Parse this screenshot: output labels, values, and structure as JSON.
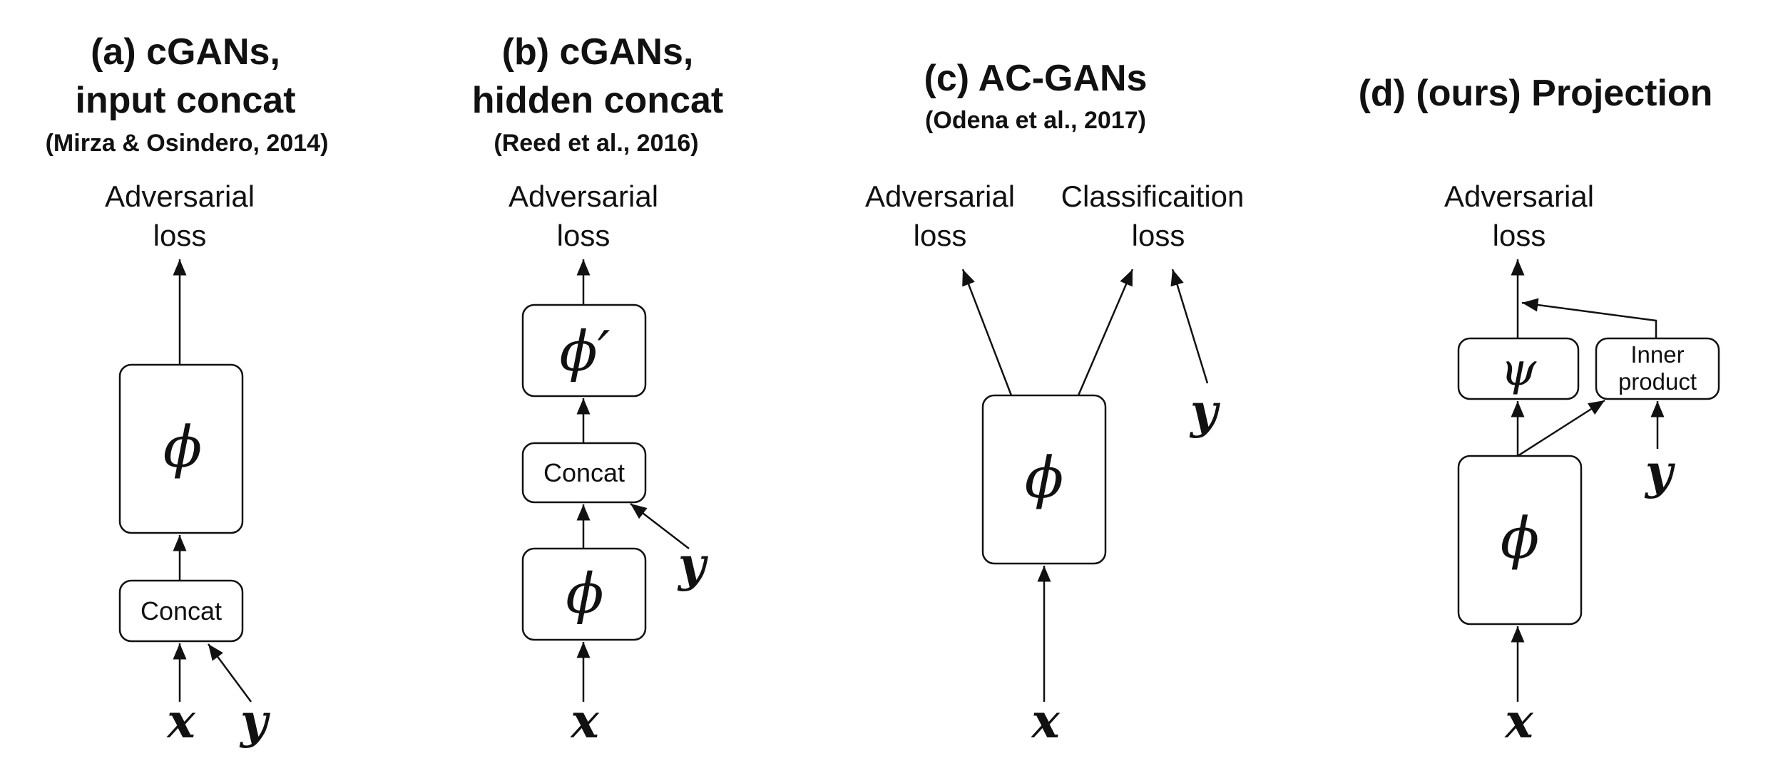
{
  "panels": {
    "a": {
      "title_line1": "(a) cGANs,",
      "title_line2": "input concat",
      "citation": "(Mirza & Osindero, 2014)",
      "loss_line1": "Adversarial",
      "loss_line2": "loss",
      "phi": "ϕ",
      "concat": "Concat",
      "x": "x",
      "y": "y"
    },
    "b": {
      "title_line1": "(b) cGANs,",
      "title_line2": "hidden concat",
      "citation": "(Reed et al., 2016)",
      "loss_line1": "Adversarial",
      "loss_line2": "loss",
      "phi_prime": "ϕ′",
      "concat": "Concat",
      "phi": "ϕ",
      "x": "x",
      "y": "y"
    },
    "c": {
      "title": "(c) AC-GANs",
      "citation": "(Odena et al., 2017)",
      "adv_line1": "Adversarial",
      "adv_line2": "loss",
      "cls_line1": "Classificaition",
      "cls_line2": "loss",
      "phi": "ϕ",
      "x": "x",
      "y": "y"
    },
    "d": {
      "title": "(d) (ours) Projection",
      "loss_line1": "Adversarial",
      "loss_line2": "loss",
      "psi": "ψ",
      "inner_line1": "Inner",
      "inner_line2": "product",
      "phi": "ϕ",
      "x": "x",
      "y": "y"
    }
  }
}
